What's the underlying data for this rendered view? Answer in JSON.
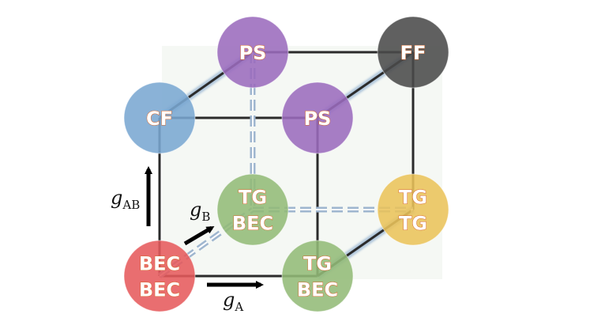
{
  "diagram": {
    "nodes": [
      {
        "id": "ps-back",
        "lines": [
          "PS"
        ],
        "color": "#9b6bbd"
      },
      {
        "id": "ff",
        "lines": [
          "FF"
        ],
        "color": "#4a4a4a"
      },
      {
        "id": "cf",
        "lines": [
          "CF"
        ],
        "color": "#7aa7d2"
      },
      {
        "id": "ps-front",
        "lines": [
          "PS"
        ],
        "color": "#9b6bbd"
      },
      {
        "id": "tg-bec-back",
        "lines": [
          "TG",
          "BEC"
        ],
        "color": "#93bb78"
      },
      {
        "id": "tg-tg",
        "lines": [
          "TG",
          "TG"
        ],
        "color": "#eac35a"
      },
      {
        "id": "bec-bec",
        "lines": [
          "BEC",
          "BEC"
        ],
        "color": "#e65a5c"
      },
      {
        "id": "tg-bec-front",
        "lines": [
          "TG",
          "BEC"
        ],
        "color": "#93bb78"
      }
    ],
    "axes": {
      "gAB": {
        "symbol": "g",
        "sub": "AB"
      },
      "gB": {
        "symbol": "g",
        "sub": "B"
      },
      "gA": {
        "symbol": "g",
        "sub": "A"
      }
    },
    "colors": {
      "edge": "#2b2b2b",
      "glow": "#7aa0c8",
      "arrow": "#000000"
    }
  }
}
